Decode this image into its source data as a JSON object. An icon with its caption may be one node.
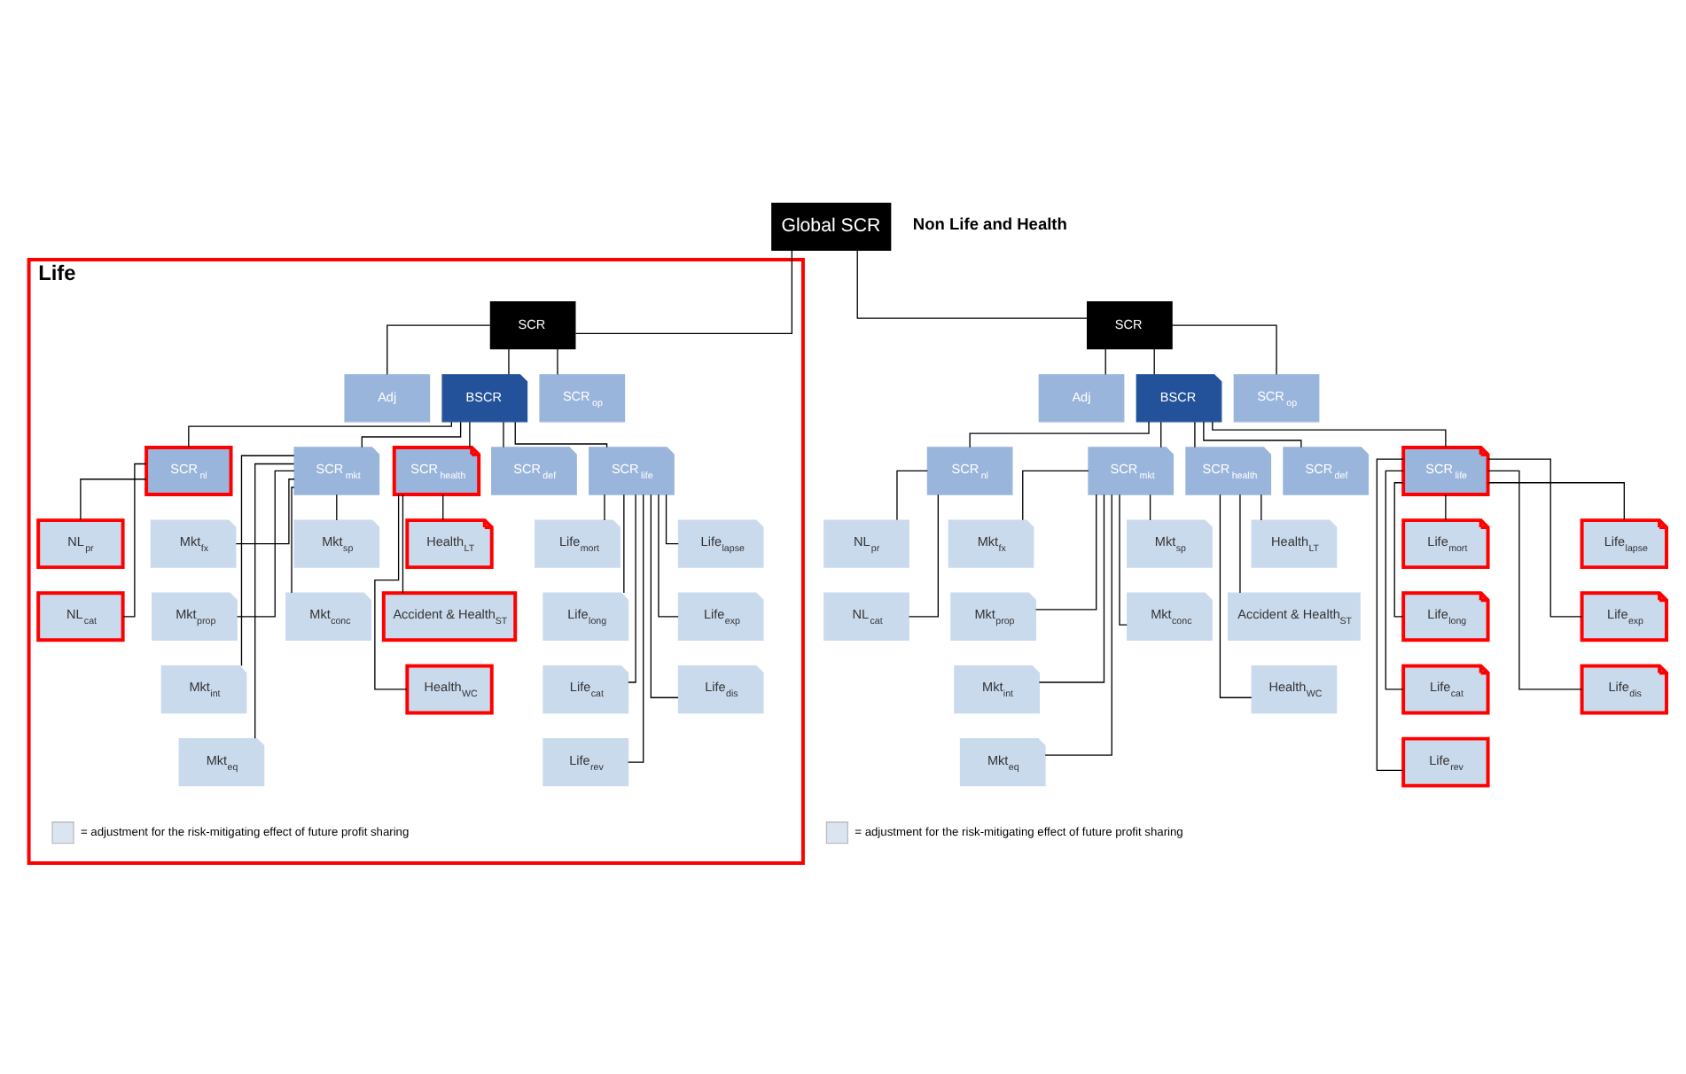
{
  "diagram": {
    "nodes": [
      {
        "text": [
          "Global SCR"
        ]
      },
      {
        "text": [
          "Life"
        ]
      },
      {
        "text": [
          "SCR"
        ],
        "in": 1
      },
      {
        "text": [
          "Adj"
        ],
        "in": 1
      },
      {
        "text": [
          "BSCR"
        ],
        "in": 1
      },
      {
        "text": [
          "SCR$_{op}$"
        ],
        "in": 1
      },
      {
        "text": [
          "SCR$_{nl}$"
        ],
        "in": 1
      },
      {
        "text": [
          "SCR$_{mkt}$"
        ],
        "in": 1
      },
      {
        "text": [
          "SCR$_{health}$"
        ],
        "in": 1
      },
      {
        "text": [
          "SCR$_{def}$"
        ],
        "in": 1
      },
      {
        "text": [
          "SCR$_{life}$"
        ],
        "in": 1
      },
      {
        "text": [
          "NL$_{pr}$"
        ],
        "in": 1
      },
      {
        "text": [
          "NL$_{cat}$"
        ],
        "in": 1
      },
      {
        "text": [
          "Mkt$_{fx}$"
        ],
        "in": 1
      },
      {
        "text": [
          "Mkt$_{prop}$"
        ],
        "in": 1
      },
      {
        "text": [
          "Mkt$_{int}$"
        ],
        "in": 1
      },
      {
        "text": [
          "Mkt$_{eq}$"
        ],
        "in": 1
      },
      {
        "text": [
          "Mkt$_{sp}$"
        ],
        "in": 1
      },
      {
        "text": [
          "Mkt$_{conc}$"
        ],
        "in": 1
      },
      {
        "text": [
          "Health$_{LT}$"
        ],
        "in": 1
      },
      {
        "text": [
          "Accident & Health$_{ST}$"
        ],
        "in": 1
      },
      {
        "text": [
          "Health$_{WC}$"
        ],
        "in": 1
      },
      {
        "text": [
          "Life$_{mort}$"
        ],
        "in": 1
      },
      {
        "text": [
          "Life$_{long}$"
        ],
        "in": 1
      },
      {
        "text": [
          "Life$_{cat}$"
        ],
        "in": 1
      },
      {
        "text": [
          "Life$_{rev}$"
        ],
        "in": 1
      },
      {
        "text": [
          "Life$_{lapse}$"
        ],
        "in": 1
      },
      {
        "text": [
          "Life$_{exp}$"
        ],
        "in": 1
      },
      {
        "text": [
          "Life$_{dis}$"
        ],
        "in": 1
      },
      {
        "text": [
          "SCR"
        ]
      },
      {
        "text": [
          "Adj"
        ]
      },
      {
        "text": [
          "BSCR"
        ]
      },
      {
        "text": [
          "SCR$_{op}$"
        ]
      },
      {
        "text": [
          "SCR$_{nl}$"
        ]
      },
      {
        "text": [
          "SCR$_{mkt}$"
        ]
      },
      {
        "text": [
          "SCR$_{health}$"
        ]
      },
      {
        "text": [
          "SCR$_{def}$"
        ]
      },
      {
        "text": [
          "SCR$_{life}$"
        ]
      },
      {
        "text": [
          "NL$_{pr}$"
        ]
      },
      {
        "text": [
          "NL$_{cat}$"
        ]
      },
      {
        "text": [
          "Mkt$_{fx}$"
        ]
      },
      {
        "text": [
          "Mkt$_{prop}$"
        ]
      },
      {
        "text": [
          "Mkt$_{int}$"
        ]
      },
      {
        "text": [
          "Mkt$_{eq}$"
        ]
      },
      {
        "text": [
          "Mkt$_{sp}$"
        ]
      },
      {
        "text": [
          "Mkt$_{conc}$"
        ]
      },
      {
        "text": [
          "Health$_{LT}$"
        ]
      },
      {
        "text": [
          "Accident & Health$_{ST}$"
        ]
      },
      {
        "text": [
          "Health$_{WC}$"
        ]
      },
      {
        "text": [
          "Life$_{mort}$"
        ]
      },
      {
        "text": [
          "Life$_{long}$"
        ]
      },
      {
        "text": [
          "Life$_{cat}$"
        ]
      },
      {
        "text": [
          "Life$_{rev}$"
        ]
      },
      {
        "text": [
          "Life$_{lapse}$"
        ]
      },
      {
        "text": [
          "Life$_{exp}$"
        ]
      },
      {
        "text": [
          "Life$_{dis}$"
        ]
      }
    ],
    "edges": [
      {
        "from": 0,
        "to": 2,
        "arrow": "none"
      },
      {
        "from": 0,
        "to": 29,
        "arrow": "none"
      },
      {
        "from": 2,
        "to": 3,
        "arrow": "none"
      },
      {
        "from": 2,
        "to": 4,
        "arrow": "none"
      },
      {
        "from": 2,
        "to": 5,
        "arrow": "none"
      },
      {
        "from": 4,
        "to": 6,
        "arrow": "none"
      },
      {
        "from": 4,
        "to": 7,
        "arrow": "none"
      },
      {
        "from": 4,
        "to": 8,
        "arrow": "none"
      },
      {
        "from": 4,
        "to": 9,
        "arrow": "none"
      },
      {
        "from": 4,
        "to": 10,
        "arrow": "none"
      },
      {
        "from": 6,
        "to": 11,
        "arrow": "none"
      },
      {
        "from": 6,
        "to": 12,
        "arrow": "none"
      },
      {
        "from": 7,
        "to": 13,
        "arrow": "none"
      },
      {
        "from": 7,
        "to": 14,
        "arrow": "none"
      },
      {
        "from": 7,
        "to": 15,
        "arrow": "none"
      },
      {
        "from": 7,
        "to": 16,
        "arrow": "none"
      },
      {
        "from": 7,
        "to": 17,
        "arrow": "none"
      },
      {
        "from": 7,
        "to": 18,
        "arrow": "none"
      },
      {
        "from": 8,
        "to": 19,
        "arrow": "none"
      },
      {
        "from": 8,
        "to": 20,
        "arrow": "none"
      },
      {
        "from": 8,
        "to": 21,
        "arrow": "none"
      },
      {
        "from": 10,
        "to": 22,
        "arrow": "none"
      },
      {
        "from": 10,
        "to": 23,
        "arrow": "none"
      },
      {
        "from": 10,
        "to": 24,
        "arrow": "none"
      },
      {
        "from": 10,
        "to": 25,
        "arrow": "none"
      },
      {
        "from": 10,
        "to": 26,
        "arrow": "none"
      },
      {
        "from": 10,
        "to": 27,
        "arrow": "none"
      },
      {
        "from": 10,
        "to": 28,
        "arrow": "none"
      },
      {
        "from": 29,
        "to": 30,
        "arrow": "none"
      },
      {
        "from": 29,
        "to": 31,
        "arrow": "none"
      },
      {
        "from": 29,
        "to": 32,
        "arrow": "none"
      },
      {
        "from": 31,
        "to": 33,
        "arrow": "none"
      },
      {
        "from": 31,
        "to": 34,
        "arrow": "none"
      },
      {
        "from": 31,
        "to": 35,
        "arrow": "none"
      },
      {
        "from": 31,
        "to": 36,
        "arrow": "none"
      },
      {
        "from": 31,
        "to": 37,
        "arrow": "none"
      },
      {
        "from": 33,
        "to": 38,
        "arrow": "none"
      },
      {
        "from": 33,
        "to": 39,
        "arrow": "none"
      },
      {
        "from": 34,
        "to": 40,
        "arrow": "none"
      },
      {
        "from": 34,
        "to": 41,
        "arrow": "none"
      },
      {
        "from": 34,
        "to": 42,
        "arrow": "none"
      },
      {
        "from": 34,
        "to": 43,
        "arrow": "none"
      },
      {
        "from": 34,
        "to": 44,
        "arrow": "none"
      },
      {
        "from": 34,
        "to": 45,
        "arrow": "none"
      },
      {
        "from": 35,
        "to": 46,
        "arrow": "none"
      },
      {
        "from": 35,
        "to": 47,
        "arrow": "none"
      },
      {
        "from": 35,
        "to": 48,
        "arrow": "none"
      },
      {
        "from": 37,
        "to": 49,
        "arrow": "none"
      },
      {
        "from": 37,
        "to": 50,
        "arrow": "none"
      },
      {
        "from": 37,
        "to": 51,
        "arrow": "none"
      },
      {
        "from": 37,
        "to": 52,
        "arrow": "none"
      },
      {
        "from": 37,
        "to": 53,
        "arrow": "none"
      },
      {
        "from": 37,
        "to": 54,
        "arrow": "none"
      },
      {
        "from": 37,
        "to": 55,
        "arrow": "none"
      }
    ],
    "labels": [
      "Non Life and Health"
    ],
    "legend": [
      {
        "text": "= adjustment for the risk-mitigating effect of future profit sharing"
      },
      {
        "text": "= adjustment for the risk-mitigating effect of future profit sharing"
      }
    ]
  }
}
